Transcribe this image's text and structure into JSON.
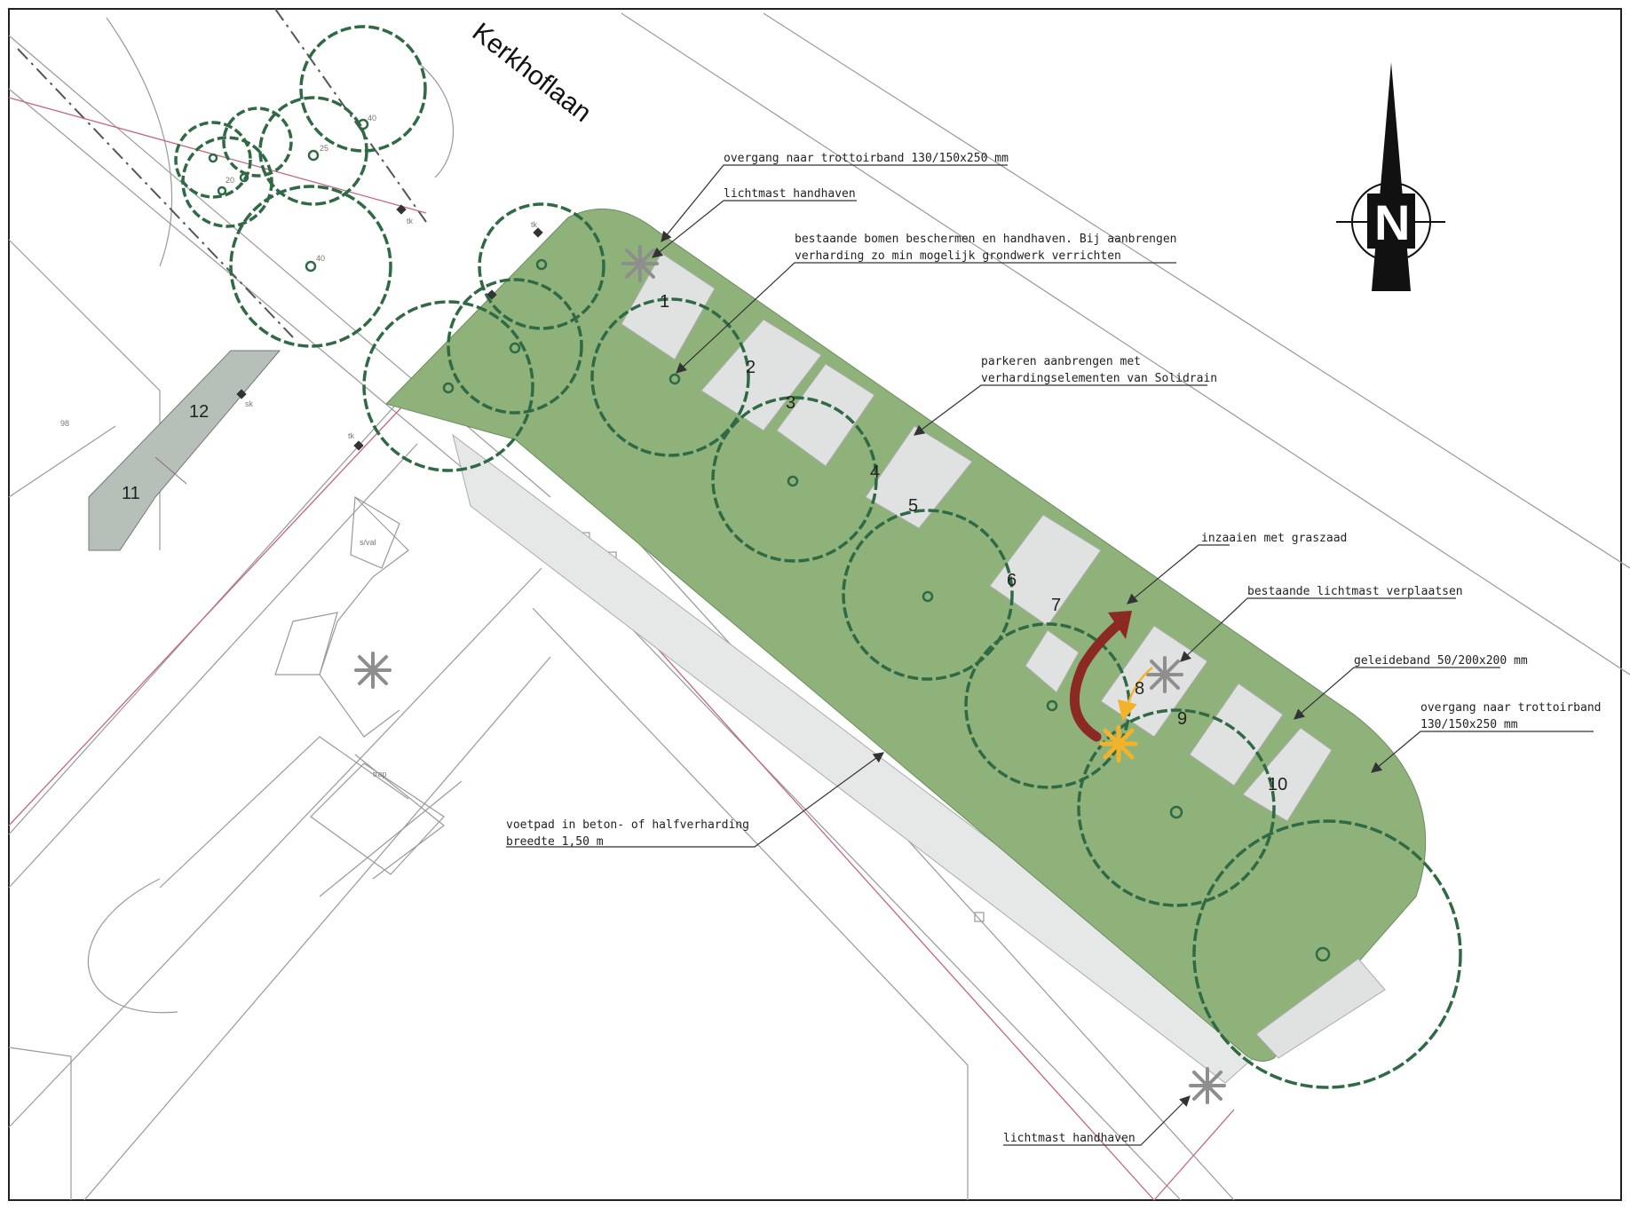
{
  "street_name": "Kerkhoflaan",
  "north_label": "N",
  "annotations": {
    "transition_top": "overgang naar trottoirband 130/150x250 mm",
    "light_keep_top": "lichtmast handhaven",
    "trees_1": "bestaande bomen beschermen en handhaven. Bij aanbrengen",
    "trees_2": "verharding zo min mogelijk grondwerk verrichten",
    "parking_1": "parkeren aanbrengen met",
    "parking_2": "verhardingselementen van Solidrain",
    "grass": "inzaaien met graszaad",
    "light_move": "bestaande lichtmast verplaatsen",
    "guide_band": "geleideband 50/200x200 mm",
    "transition_right_1": "overgang naar trottoirband",
    "transition_right_2": "130/150x250 mm",
    "footpath_1": "voetpad in beton- of halfverharding",
    "footpath_2": "breedte 1,50 m",
    "light_keep_bottom": "lichtmast handhaven"
  },
  "parking_spots": [
    "1",
    "2",
    "3",
    "4",
    "5",
    "6",
    "7",
    "8",
    "9",
    "10",
    "11",
    "12"
  ],
  "small_labels": {
    "t40a": "40",
    "t25": "25",
    "t20": "20",
    "t40b": "40",
    "n98": "98",
    "sval": "s/val",
    "trap": "trap",
    "tk1": "tk",
    "tk2": "tk",
    "tk3": "tk",
    "sk": "sk"
  },
  "colors": {
    "green_area": "#8fb27b",
    "tree_outline": "#2f6a45",
    "paving": "#e0e2e1",
    "arrow_move": "#8b2a22",
    "new_light": "#f2b22a",
    "existing_light": "#8e8e8e"
  },
  "icons": {
    "light": "asterisk-light-icon",
    "north": "north-arrow-icon"
  }
}
